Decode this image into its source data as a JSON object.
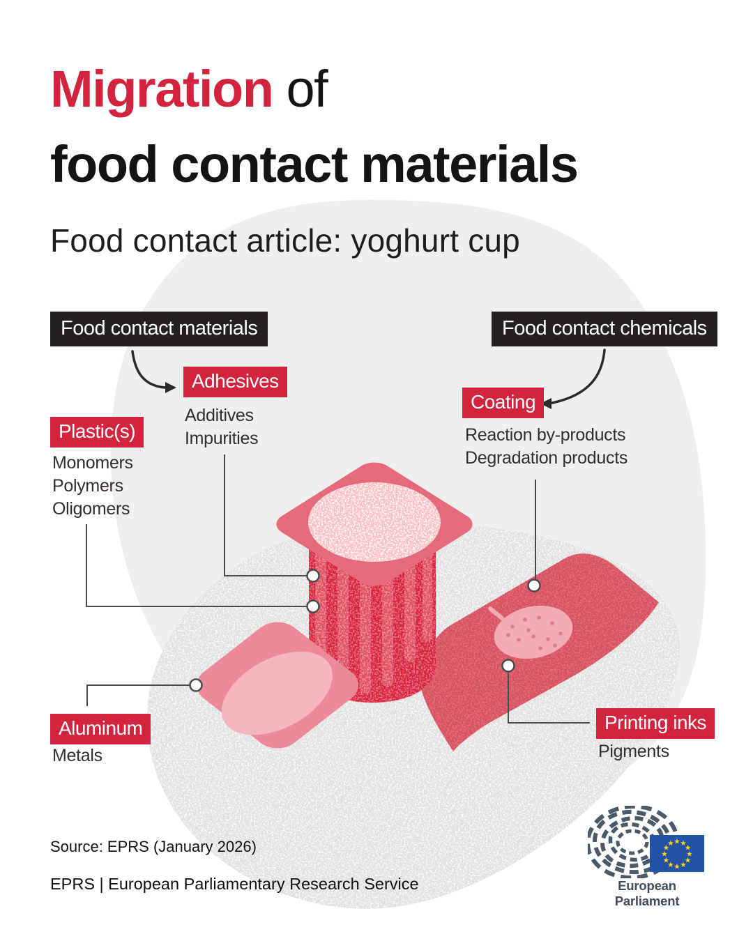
{
  "title": {
    "highlight": "Migration",
    "suffix": " of",
    "line2": "food contact materials"
  },
  "subtitle": "Food contact article: yoghurt cup",
  "headers": {
    "materials": "Food contact materials",
    "chemicals": "Food contact chemicals"
  },
  "nodes": {
    "adhesives": {
      "label": "Adhesives",
      "sub1": "Additives",
      "sub2": "Impurities"
    },
    "plastics": {
      "label": "Plastic(s)",
      "sub1": "Monomers",
      "sub2": "Polymers",
      "sub3": "Oligomers"
    },
    "coating": {
      "label": "Coating",
      "sub1": "Reaction by-products",
      "sub2": "Degradation products"
    },
    "aluminum": {
      "label": "Aluminum",
      "sub1": "Metals"
    },
    "printing_inks": {
      "label": "Printing inks",
      "sub1": "Pigments"
    }
  },
  "illustration": {
    "subject": "yoghurt-cup",
    "parts": [
      "lid",
      "yoghurt",
      "cup-body",
      "aluminum-foil-lid",
      "printed-label-wrapper",
      "strawberry-print"
    ]
  },
  "footer": {
    "source": "Source: EPRS (January 2026)",
    "credit": "EPRS | European Parliamentary Research Service",
    "logo_caption": "European Parliament"
  },
  "colors": {
    "accent_red": "#d2243e",
    "tag_black": "#242021",
    "cup_red": "#d8203a",
    "cup_stripe": "#e15062",
    "lid_rose": "#e56b7c",
    "yoghurt_pink": "#f9bdc2",
    "foil_pink": "#ec8a99",
    "foil_inner_pink": "#f5b6bf",
    "wrapper_red": "#d8505f",
    "strawberry_pink": "#f2abb5",
    "smooth_blob_gray": "#efefef",
    "textured_blob_gray": "#dcdcdc",
    "eu_flag_blue": "#2453a5",
    "eu_star_yellow": "#ffd617",
    "hemicycle_slate": "#4b5a68",
    "connector_line": "#4a4a4a"
  }
}
